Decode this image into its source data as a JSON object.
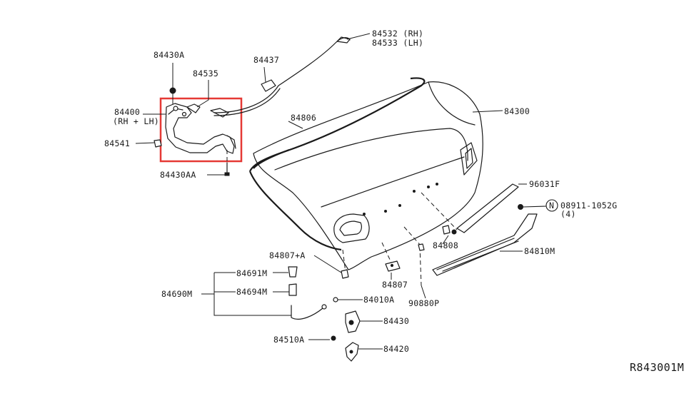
{
  "diagram": {
    "reference_code": "R843001M",
    "highlight_color": "#e53935",
    "line_color": "#1a1a1a",
    "labels": {
      "p84532": "84532 (RH)",
      "p84533": "84533 (LH)",
      "p84430A": "84430A",
      "p84437": "84437",
      "p84535": "84535",
      "p84400": "84400",
      "p84400_sub": "(RH + LH)",
      "p84806": "84806",
      "p84300": "84300",
      "p84541": "84541",
      "p84430AA": "84430AA",
      "p96031F": "96031F",
      "p08911": "08911-1052G",
      "p08911_qty": "(4)",
      "nut_symbol": "N",
      "p84808": "84808",
      "p84810M": "84810M",
      "p84807A": "84807+A",
      "p84691M": "84691M",
      "p84690M": "84690M",
      "p84694M": "84694M",
      "p84807": "84807",
      "p84010A": "84010A",
      "p90880P": "90880P",
      "p84430": "84430",
      "p84510A": "84510A",
      "p84420": "84420"
    }
  }
}
